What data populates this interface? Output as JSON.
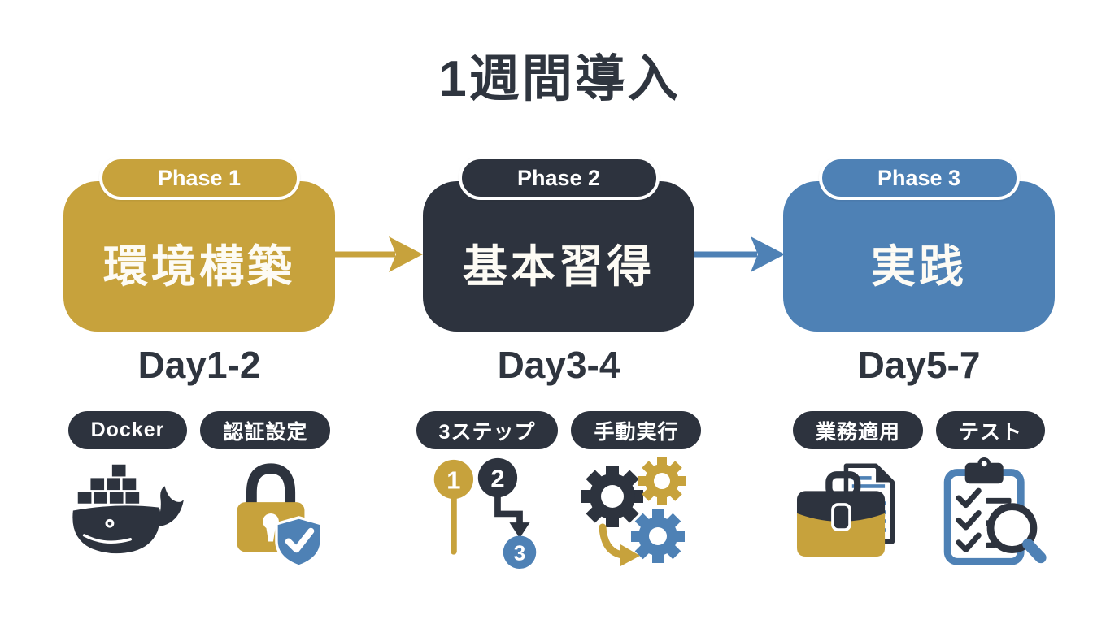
{
  "title": "1週間導入",
  "colors": {
    "gold": "#C7A23C",
    "dark": "#2D333E",
    "blue": "#4E81B5",
    "background": "#FFFFFF",
    "box_text": "#FFFFFF",
    "title_text": "#2F353F"
  },
  "phases": [
    {
      "badge": "Phase 1",
      "name": "環境構築",
      "days": "Day1-2",
      "theme": "gold",
      "tags": [
        "Docker",
        "認証設定"
      ],
      "icons": [
        "docker-whale-icon",
        "lock-shield-check-icon"
      ]
    },
    {
      "badge": "Phase 2",
      "name": "基本習得",
      "days": "Day3-4",
      "theme": "dark",
      "tags": [
        "3ステップ",
        "手動実行"
      ],
      "icons": [
        "three-steps-flow-icon",
        "gears-icon"
      ]
    },
    {
      "badge": "Phase 3",
      "name": "実践",
      "days": "Day5-7",
      "theme": "blue",
      "tags": [
        "業務適用",
        "テスト"
      ],
      "icons": [
        "briefcase-document-icon",
        "clipboard-search-icon"
      ]
    }
  ],
  "step_icon_numbers": {
    "first": "1",
    "second": "2",
    "third": "3"
  }
}
